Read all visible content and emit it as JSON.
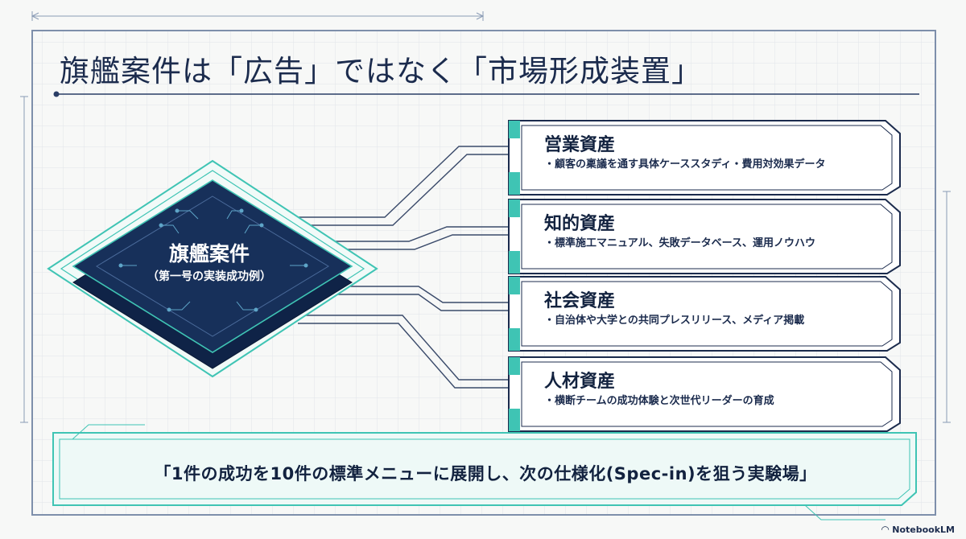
{
  "title": "旗艦案件は「広告」ではなく「市場形成装置」",
  "core": {
    "title": "旗艦案件",
    "subtitle": "（第一号の実装成功例）"
  },
  "assets": [
    {
      "title": "営業資産",
      "description": "・顧客の稟議を通す具体ケーススタディ・費用対効果データ"
    },
    {
      "title": "知的資産",
      "description": "・標準施工マニュアル、失敗データベース、運用ノウハウ"
    },
    {
      "title": "社会資産",
      "description": "・自治体や大学との共同プレスリリース、メディア掲載"
    },
    {
      "title": "人材資産",
      "description": "・横断チームの成功体験と次世代リーダーの育成"
    }
  ],
  "banner": "「1件の成功を10件の標準メニューに展開し、次の仕様化(Spec-in)を狙う実験場」",
  "logo": "NotebookLM",
  "colors": {
    "navy": "#1b2b4d",
    "chip": "#17305a",
    "teal": "#3fc4b4",
    "grid": "#dfe3e8",
    "frame": "#8a9bb5"
  }
}
